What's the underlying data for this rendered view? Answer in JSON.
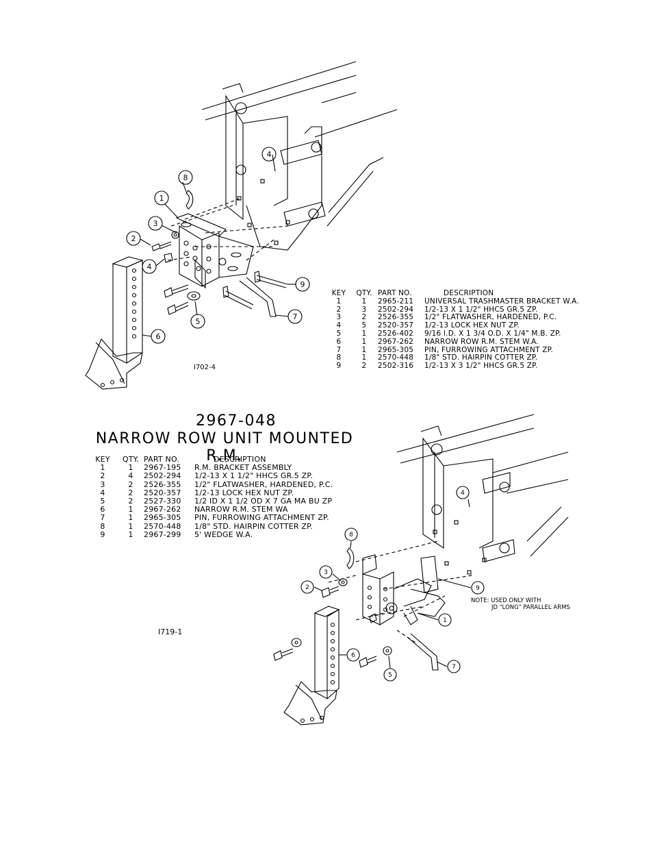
{
  "diagram_top": {
    "figure_id": "I702-4",
    "callouts": [
      "1",
      "2",
      "3",
      "4",
      "4",
      "5",
      "6",
      "7",
      "8",
      "9"
    ],
    "parts_table": {
      "headers": [
        "KEY",
        "QTY.",
        "PART NO.",
        "DESCRIPTION"
      ],
      "rows": [
        [
          "1",
          "1",
          "2965-211",
          "UNIVERSAL TRASHMASTER BRACKET W.A."
        ],
        [
          "2",
          "3",
          "2502-294",
          "1/2-13 X 1 1/2\" HHCS GR.5 ZP."
        ],
        [
          "3",
          "2",
          "2526-355",
          "1/2\" FLATWASHER, HARDENED, P.C."
        ],
        [
          "4",
          "5",
          "2520-357",
          "1/2-13 LOCK HEX NUT ZP."
        ],
        [
          "5",
          "1",
          "2526-402",
          "9/16 I.D. X 1 3/4 O.D. X 1/4\" M.B. ZP."
        ],
        [
          "6",
          "1",
          "2967-262",
          "NARROW ROW R.M. STEM W.A."
        ],
        [
          "7",
          "1",
          "2965-305",
          "PIN, FURROWING ATTACHMENT ZP."
        ],
        [
          "8",
          "1",
          "2570-448",
          "1/8\" STD. HAIRPIN COTTER ZP."
        ],
        [
          "9",
          "2",
          "2502-316",
          "1/2-13 X 3 1/2\" HHCS GR.5 ZP."
        ]
      ]
    }
  },
  "assembly": {
    "part_number": "2967-048",
    "name": "NARROW ROW UNIT MOUNTED R.M."
  },
  "diagram_bottom": {
    "figure_id": "I719-1",
    "note_line1": "NOTE: USED ONLY WITH",
    "note_line2": "JD \"LONG\" PARALLEL ARMS",
    "callouts": [
      "1",
      "2",
      "3",
      "4",
      "5",
      "6",
      "7",
      "8",
      "9"
    ],
    "parts_table": {
      "headers": [
        "KEY",
        "QTY.",
        "PART NO.",
        "DESCRIPTION"
      ],
      "rows": [
        [
          "1",
          "1",
          "2967-195",
          "R.M. BRACKET ASSEMBLY"
        ],
        [
          "2",
          "4",
          "2502-294",
          "1/2-13 X 1 1/2\" HHCS GR.5 ZP."
        ],
        [
          "3",
          "2",
          "2526-355",
          "1/2\" FLATWASHER, HARDENED, P.C."
        ],
        [
          "4",
          "2",
          "2520-357",
          "1/2-13 LOCK HEX NUT ZP."
        ],
        [
          "5",
          "2",
          "2527-330",
          "1/2 ID X 1 1/2 OD X 7 GA MA BU ZP"
        ],
        [
          "6",
          "1",
          "2967-262",
          "NARROW  R.M. STEM WA"
        ],
        [
          "7",
          "1",
          "2965-305",
          "PIN, FURROWING ATTACHMENT ZP."
        ],
        [
          "8",
          "1",
          "2570-448",
          "1/8\" STD. HAIRPIN COTTER ZP."
        ],
        [
          "9",
          "1",
          "2967-299",
          "5' WEDGE W.A."
        ]
      ]
    }
  }
}
